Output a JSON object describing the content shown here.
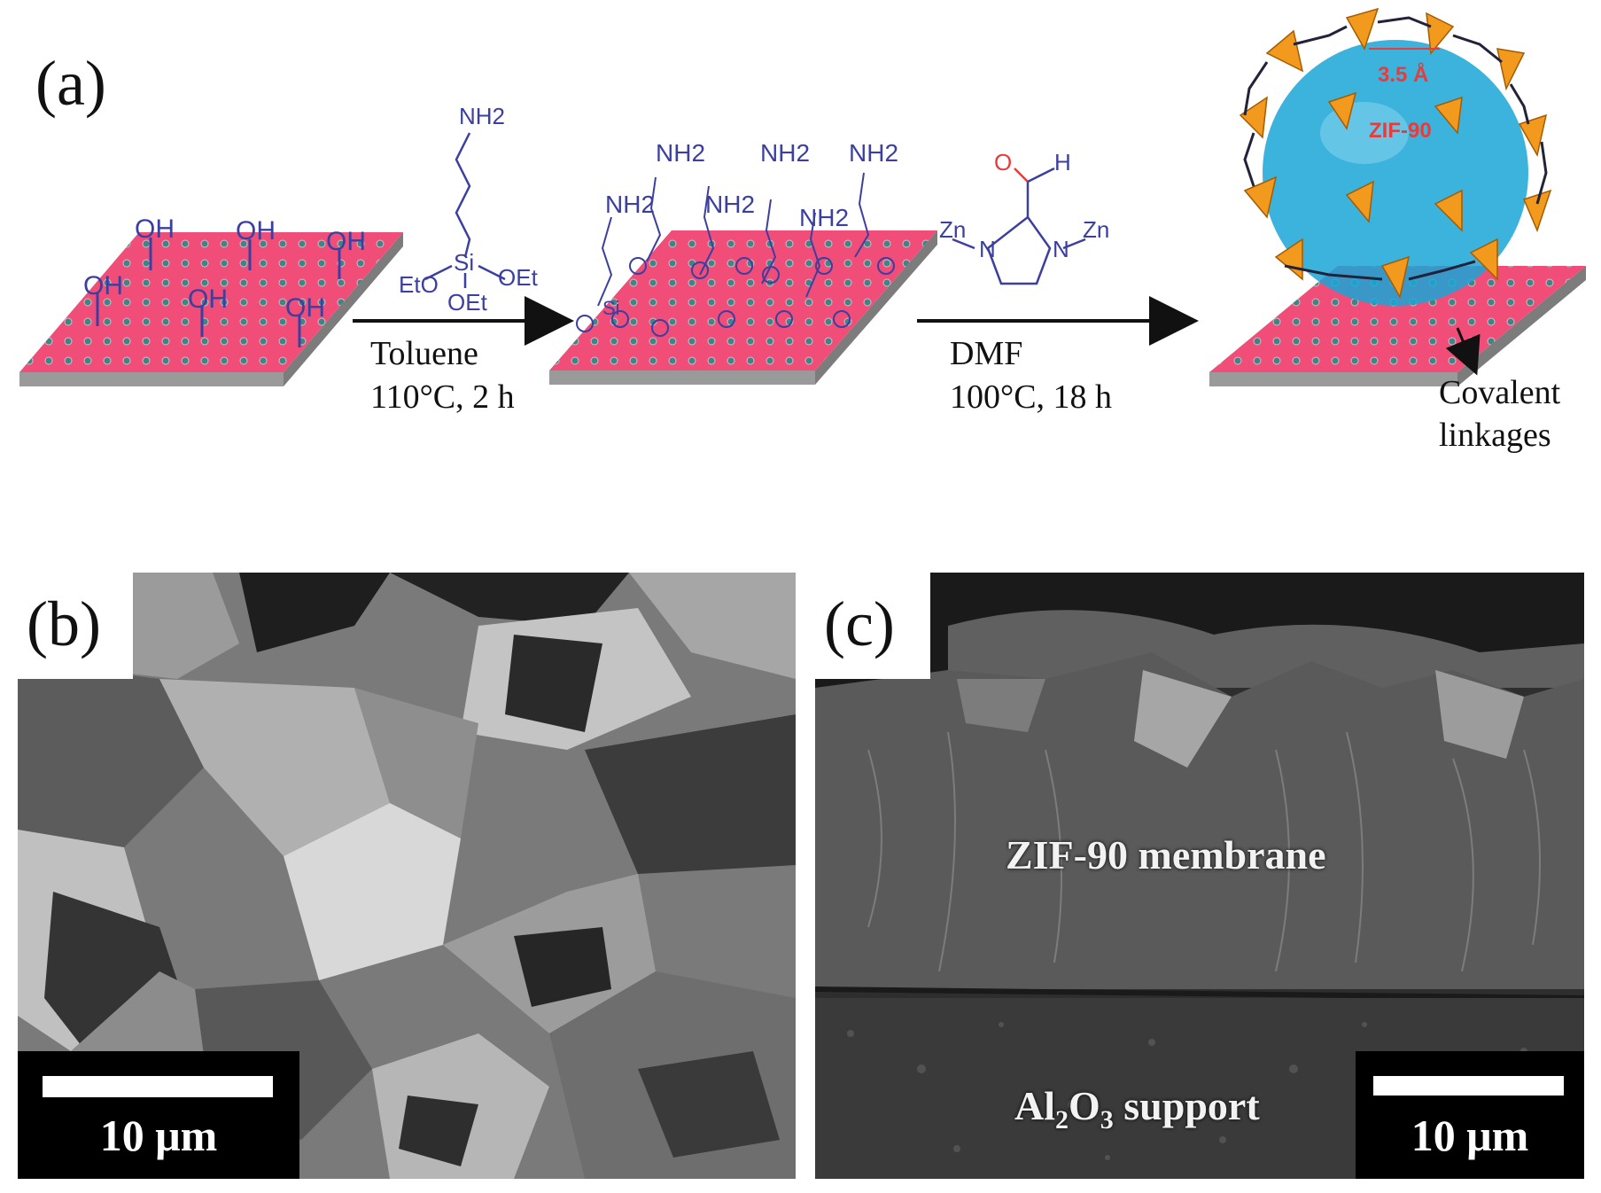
{
  "panel_a": {
    "label": "(a)",
    "reagent1": {
      "top_group": "NH2",
      "center_atom": "Si",
      "left_group": "EtO",
      "right_group": "OEt",
      "bottom_group": "OEt"
    },
    "step1": {
      "solvent": "Toluene",
      "conditions": "110°C, 2 h"
    },
    "step2": {
      "solvent": "DMF",
      "conditions": "100°C, 18 h"
    },
    "surface1_groups": [
      "OH",
      "OH",
      "OH",
      "OH",
      "OH",
      "OH"
    ],
    "surface2_groups": [
      "NH2",
      "NH2",
      "NH2",
      "NH2",
      "NH2",
      "NH2"
    ],
    "surface2_si": "Si",
    "linker": {
      "carbonyl_o": "O",
      "aldehyde_h": "H",
      "metal_left": "Zn",
      "metal_right": "Zn",
      "ring_n": "N"
    },
    "zif_cage": {
      "pore_size": "3.5 Å",
      "name": "ZIF-90"
    },
    "annotation": [
      "Covalent",
      "linkages"
    ]
  },
  "panel_b": {
    "label": "(b)",
    "scale_bar": "10 μm"
  },
  "panel_c": {
    "label": "(c)",
    "membrane_label": "ZIF-90 membrane",
    "support_label": {
      "prefix": "Al",
      "sub1": "2",
      "mid": "O",
      "sub2": "3",
      "suffix": " support"
    },
    "scale_bar": "10 μm"
  },
  "colors": {
    "substrate_top": "#f04e78",
    "substrate_side": "#9a9a9a",
    "chem_blue": "#3b3fa0",
    "arrow": "#111111",
    "cage_blue": "#1aa6d6",
    "tetra_orange": "#f29a1d"
  }
}
